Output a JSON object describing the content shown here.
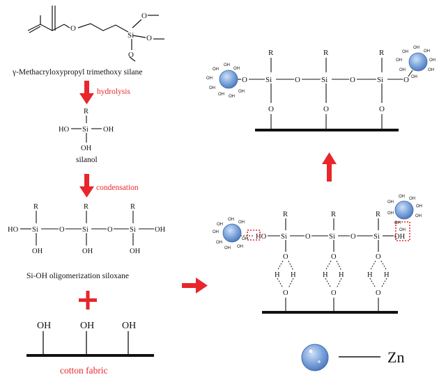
{
  "colors": {
    "red": "#e8262b",
    "ink": "#111111",
    "zinc": "#6f98d6",
    "zinc_edge": "#3e66a8"
  },
  "labels": {
    "silane_name": "γ-Methacryloxypropyl trimethoxy silane",
    "hydrolysis": "hydrolysis",
    "silanol": "silanol",
    "condensation": "condensation",
    "oligomer": "Si-OH oligomerization siloxane",
    "cotton": "cotton fabric",
    "zn": "Zn"
  },
  "atoms": {
    "Si": "Si",
    "O": "O",
    "R": "R",
    "HO": "HO",
    "OH": "OH",
    "H": "H"
  }
}
